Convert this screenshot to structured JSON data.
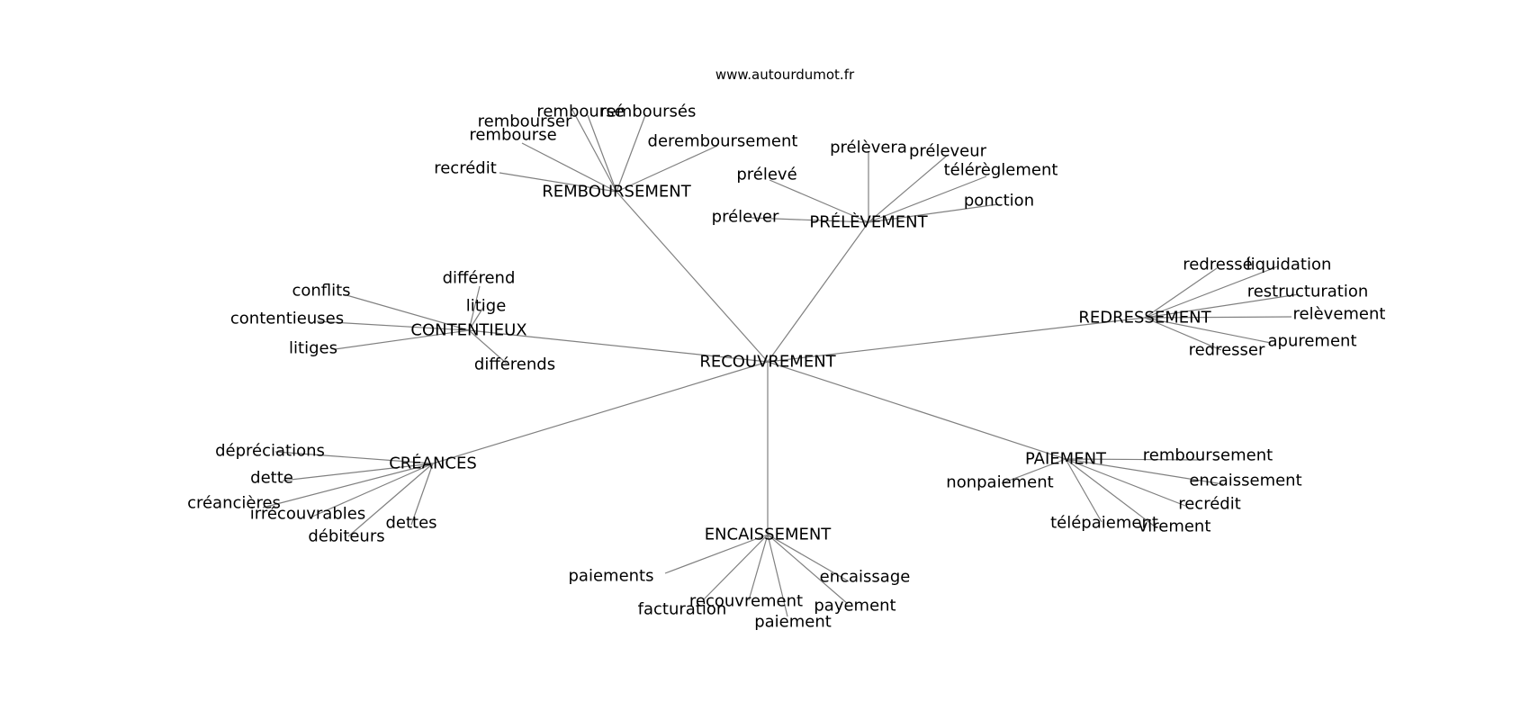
{
  "source_text": "www.autourdumot.fr",
  "graph": {
    "root": "RECOUVREMENT",
    "groups": [
      {
        "hub": "REMBOURSEMENT",
        "words": [
          "recrédit",
          "rembourse",
          "rembourser",
          "remboursé",
          "remboursés",
          "deremboursement"
        ]
      },
      {
        "hub": "PRÉLÈVEMENT",
        "words": [
          "prélever",
          "prélevé",
          "prélèvera",
          "préleveur",
          "télérèglement",
          "ponction"
        ]
      },
      {
        "hub": "CONTENTIEUX",
        "words": [
          "conflits",
          "contentieuses",
          "litiges",
          "différend",
          "litige",
          "différends"
        ]
      },
      {
        "hub": "REDRESSEMENT",
        "words": [
          "redressé",
          "liquidation",
          "restructuration",
          "relèvement",
          "apurement",
          "redresser"
        ]
      },
      {
        "hub": "CRÉANCES",
        "words": [
          "dépréciations",
          "dette",
          "créancières",
          "irrécouvrables",
          "débiteurs",
          "dettes"
        ]
      },
      {
        "hub": "ENCAISSEMENT",
        "words": [
          "paiements",
          "facturation",
          "recouvrement",
          "paiement",
          "payement",
          "encaissage"
        ]
      },
      {
        "hub": "PAIEMENT",
        "words": [
          "nonpaiement",
          "remboursement",
          "encaissement",
          "recrédit",
          "virement",
          "télépaiement"
        ]
      }
    ]
  }
}
